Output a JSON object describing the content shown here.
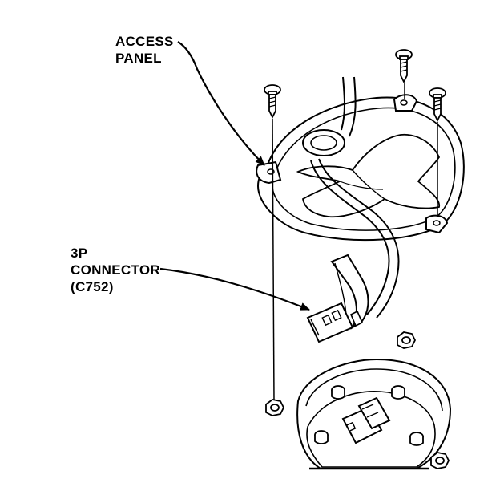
{
  "labels": {
    "access_panel": [
      "ACCESS",
      "PANEL"
    ],
    "connector": [
      "3P",
      "CONNECTOR",
      "(C752)"
    ]
  },
  "colors": {
    "ink": "#000000",
    "paper": "#ffffff",
    "shade": "#d9d9d9"
  }
}
